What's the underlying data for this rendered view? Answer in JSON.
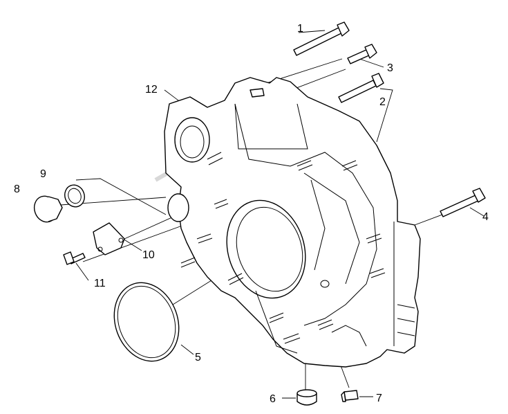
{
  "callouts": [
    {
      "id": "1",
      "label": "1"
    },
    {
      "id": "2",
      "label": "2"
    },
    {
      "id": "3",
      "label": "3"
    },
    {
      "id": "4",
      "label": "4"
    },
    {
      "id": "5",
      "label": "5"
    },
    {
      "id": "6",
      "label": "6"
    },
    {
      "id": "7",
      "label": "7"
    },
    {
      "id": "8",
      "label": "8"
    },
    {
      "id": "9",
      "label": "9"
    },
    {
      "id": "10",
      "label": "10"
    },
    {
      "id": "11",
      "label": "11"
    },
    {
      "id": "12",
      "label": "12"
    }
  ],
  "colors": {
    "line": "#000000",
    "background": "#ffffff",
    "watermark": "#d8d8d8"
  }
}
